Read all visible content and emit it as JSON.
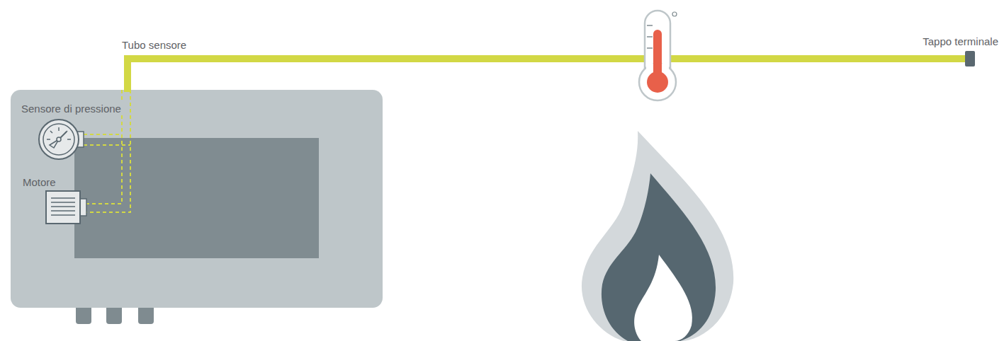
{
  "diagram": {
    "labels": [
      "Tubo sensore",
      "Sensore di pressione",
      "Motore",
      "Tappo terminale"
    ]
  }
}
